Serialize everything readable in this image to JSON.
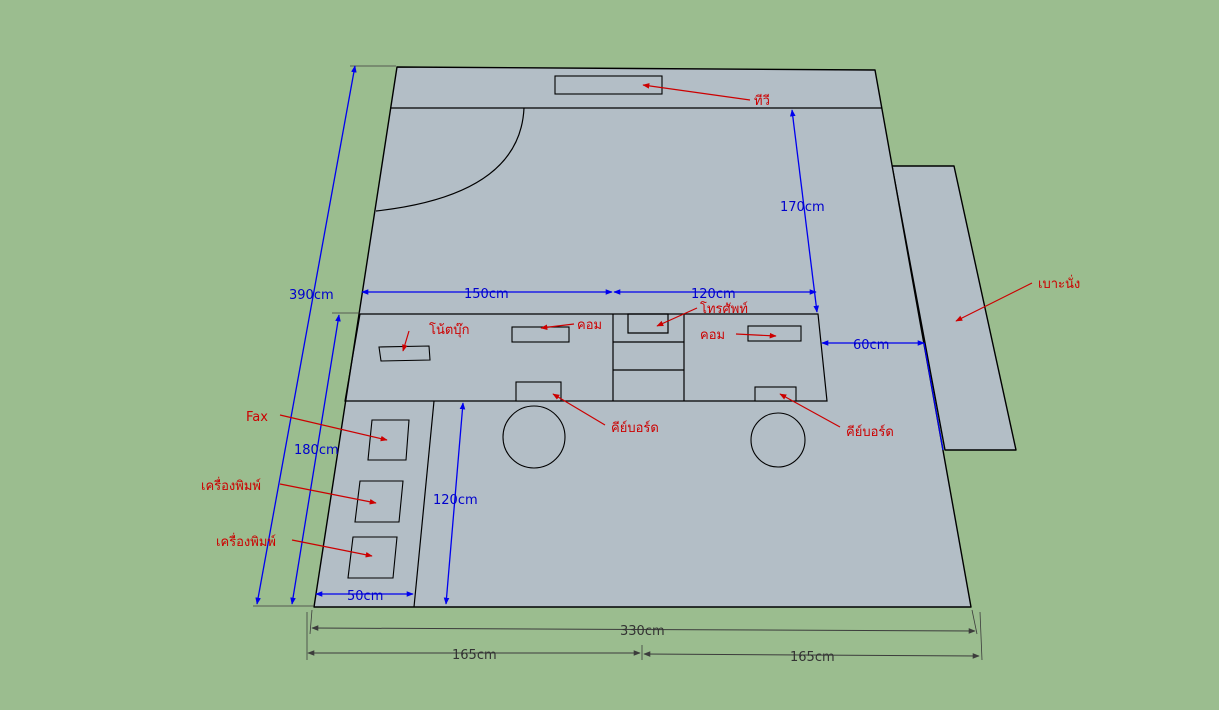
{
  "labels": {
    "tv": "ทีวี",
    "notebook": "โน้ตบุ๊ก",
    "computer_1": "คอม",
    "phone": "โทรศัพท์",
    "computer_2": "คอม",
    "bench": "เบาะนั่ง",
    "fax": "Fax",
    "printer_1": "เครื่องพิมพ์",
    "printer_2": "เครื่องพิมพ์",
    "keyboard_1": "คีย์บอร์ด",
    "keyboard_2": "คีย์บอร์ด"
  },
  "dimensions": {
    "total_depth": "390cm",
    "desk_depth": "180cm",
    "front_gap": "170cm",
    "desk_left_width": "150cm",
    "desk_right_width": "120cm",
    "bench_gap": "60cm",
    "aisle_depth": "120cm",
    "shelf_width": "50cm",
    "total_width": "330cm",
    "half_width_left": "165cm",
    "half_width_right": "165cm"
  },
  "colors": {
    "background": "#9bbd8f",
    "floor": "#b3bec6",
    "dimension_blue": "#0000ee",
    "label_red": "#cc0000"
  }
}
